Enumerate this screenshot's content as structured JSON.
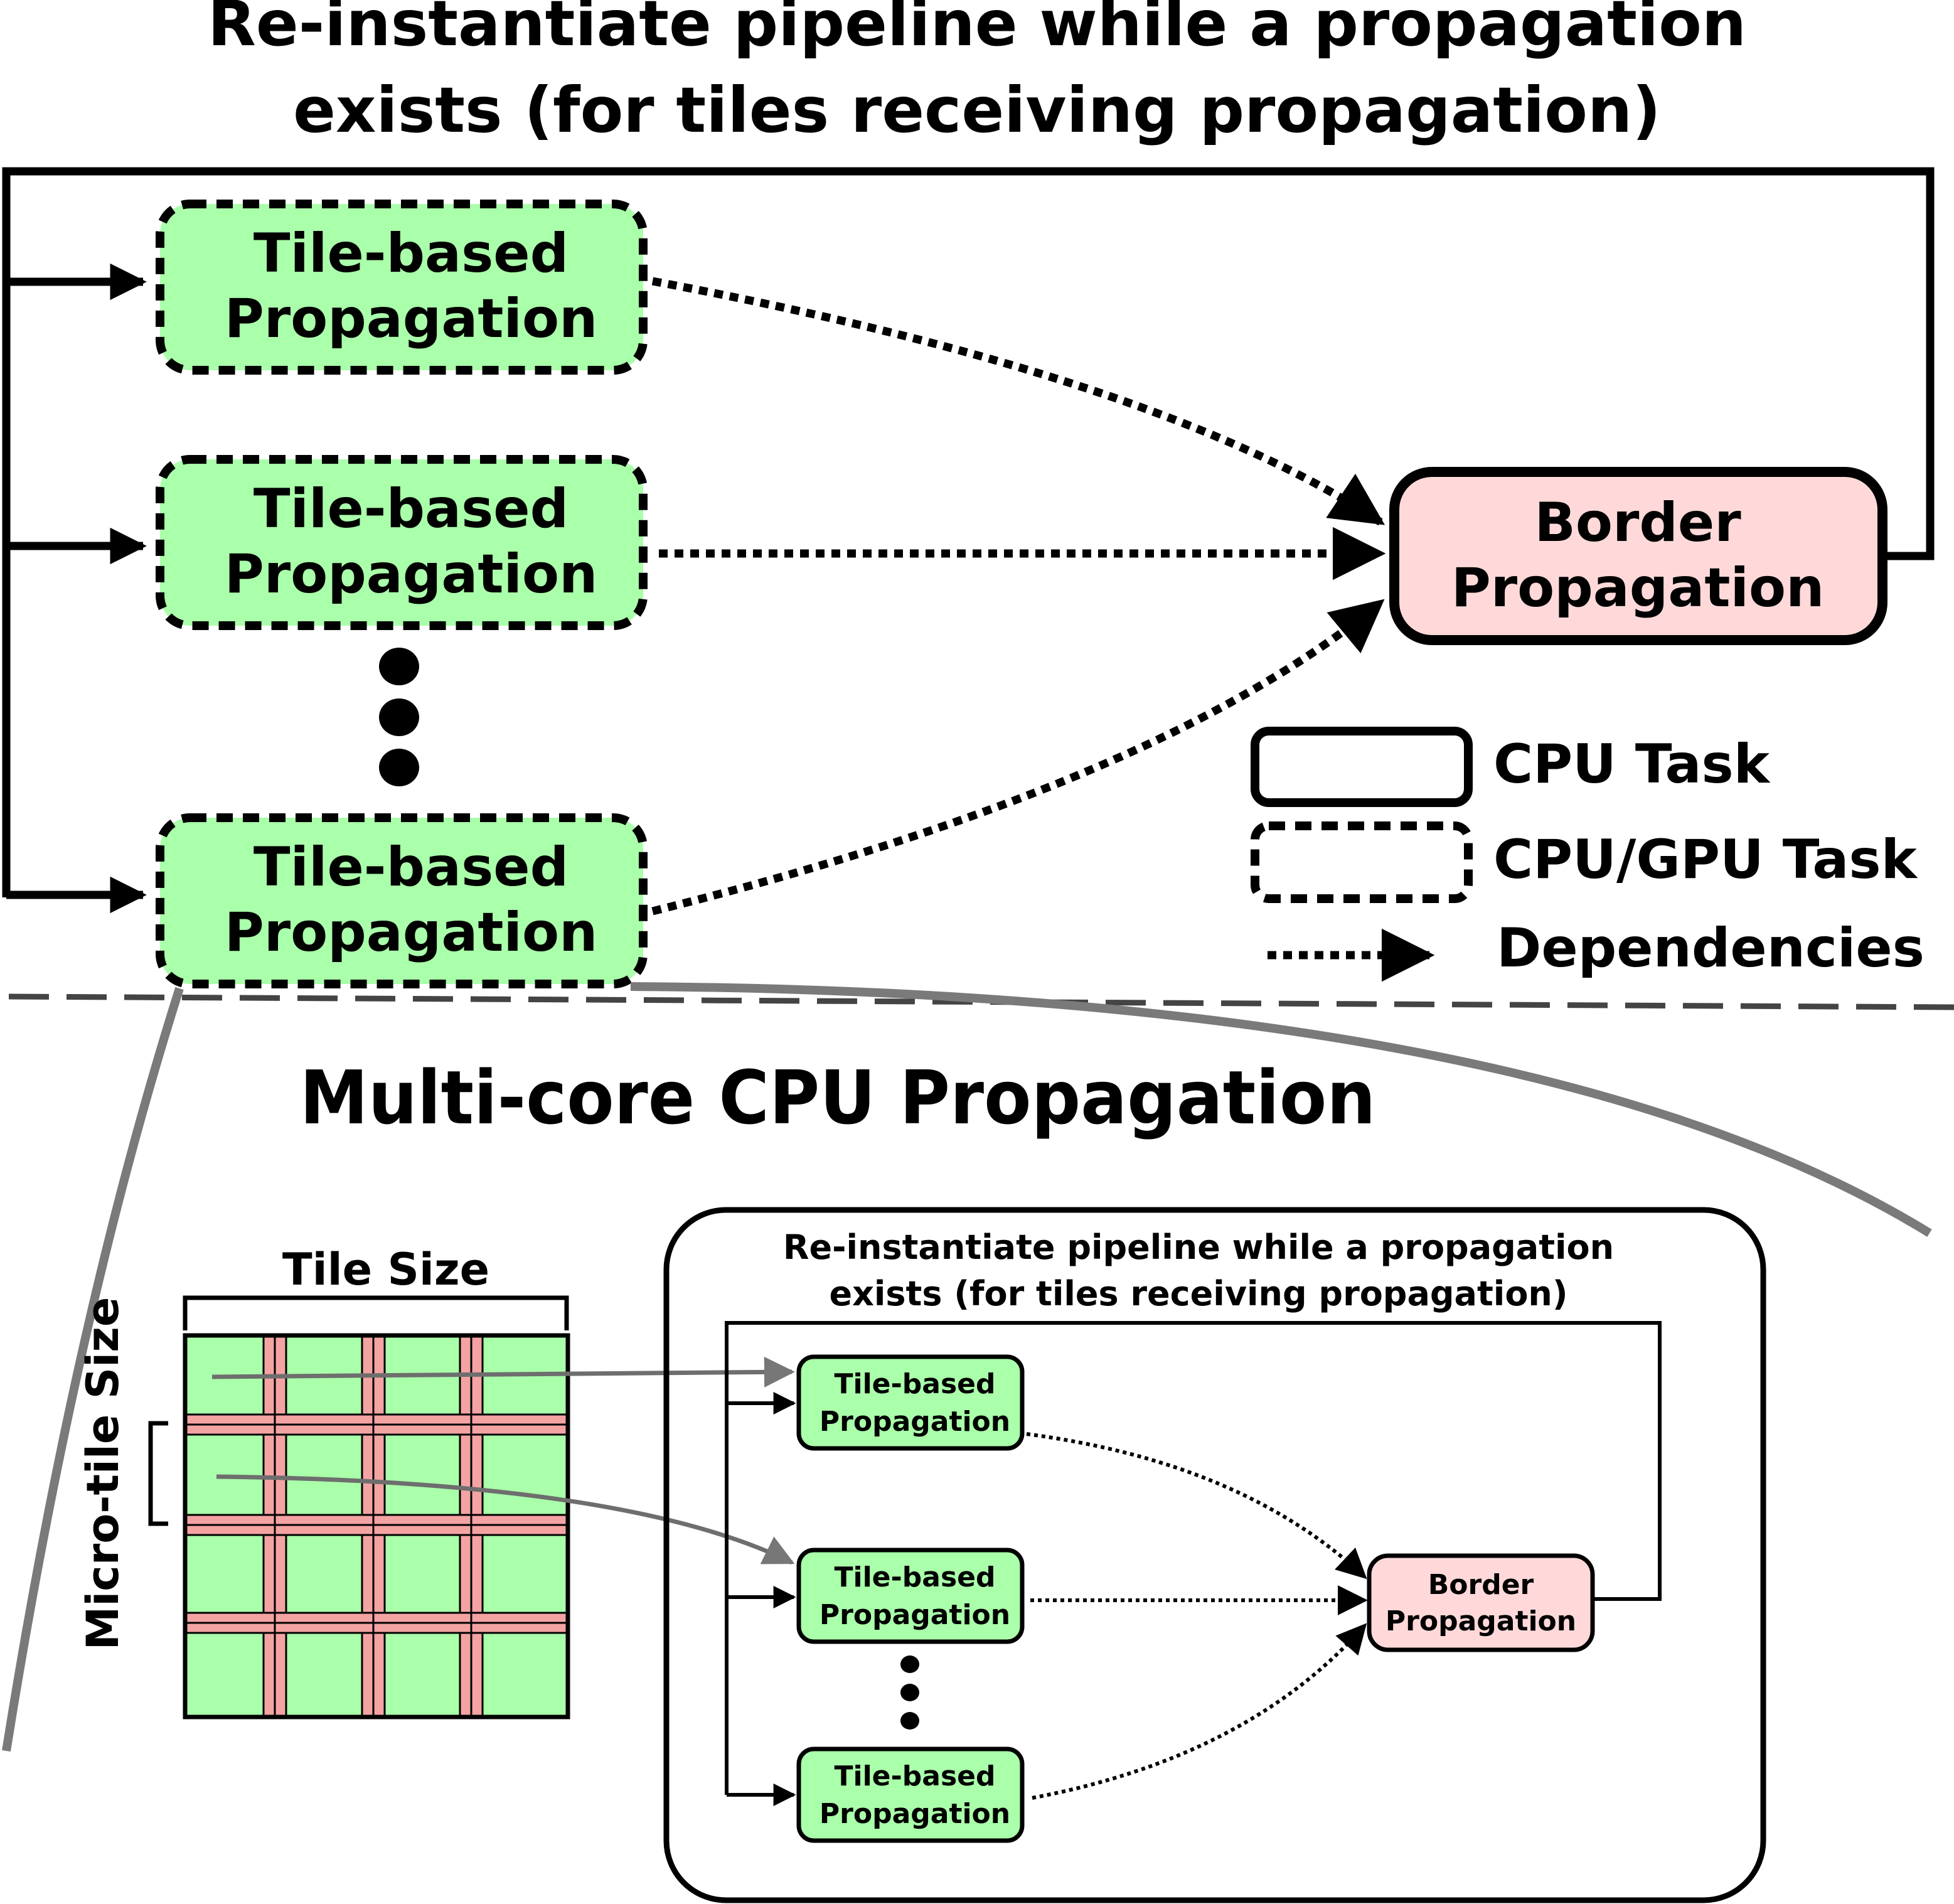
{
  "top": {
    "title_line1": "Re-instantiate pipeline while a propagation",
    "title_line2": "exists (for tiles receiving propagation)",
    "tile_line1": "Tile-based",
    "tile_line2": "Propagation",
    "border_line1": "Border",
    "border_line2": "Propagation"
  },
  "legend": {
    "cpu_task": "CPU Task",
    "cpu_gpu_task": "CPU/GPU Task",
    "dependencies": "Dependencies"
  },
  "bottom": {
    "title": "Multi-core CPU Propagation",
    "tile_size_label": "Tile Size",
    "micro_tile_label": "Micro-tile Size",
    "inset_title_line1": "Re-instantiate pipeline while a propagation",
    "inset_title_line2": "exists (for tiles receiving propagation)",
    "tile_line1": "Tile-based",
    "tile_line2": "Propagation",
    "border_line1": "Border",
    "border_line2": "Propagation"
  },
  "colors": {
    "tile_fill": "#aaffaa",
    "border_fill": "#ffd9d9",
    "grid_stripe": "#f4a3a3",
    "connector_gray": "#7a7a7a"
  }
}
